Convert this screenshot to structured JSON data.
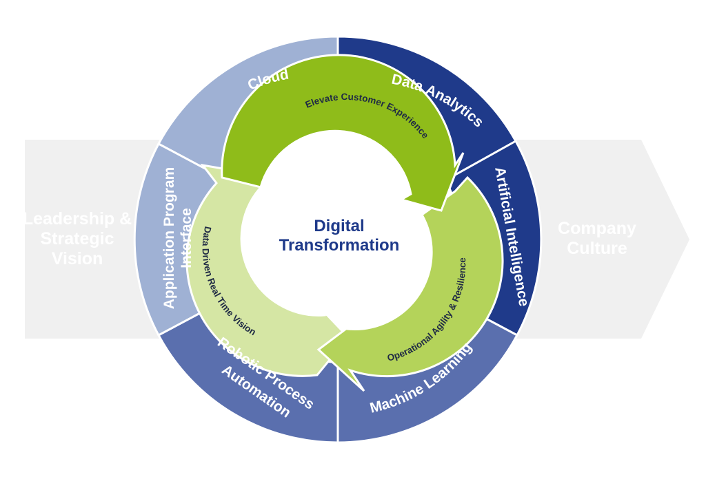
{
  "center": {
    "line1": "Digital",
    "line2": "Transformation"
  },
  "left_arrow": {
    "line1": "Leadership &",
    "line2": "Strategic",
    "line3": "Vision"
  },
  "right_arrow": {
    "line1": "Company",
    "line2": "Culture"
  },
  "outer_ring": {
    "cloud": "Cloud",
    "data_analytics": "Data Analytics",
    "artificial_intelligence": "Artificial Intelligence",
    "machine_learning": "Machine Learning",
    "rpa_line1": "Robotic Process",
    "rpa_line2": "Automation",
    "api_line1": "Application Program",
    "api_line2": "Interface"
  },
  "inner_cycle": {
    "customer": "Elevate Customer Experience",
    "operational": "Operational Agility & Resilience",
    "data_driven": "Data Driven Real Time Vision"
  },
  "colors": {
    "dark_navy": "#1f3a8a",
    "medium_blue": "#5a6fae",
    "light_blue": "#9fb1d4",
    "green_dark": "#8fbc1a",
    "green_mid": "#b4d35a",
    "green_light": "#d5e6a4",
    "arrow_gray": "#f0f0f0",
    "center_text": "#1f3a8a"
  }
}
